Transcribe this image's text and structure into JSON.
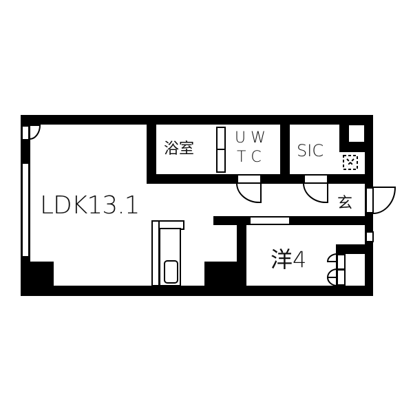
{
  "floor_plan": {
    "rooms": {
      "ldk": {
        "label": "LDK13.1"
      },
      "bath": {
        "label": "浴室"
      },
      "toilet": {
        "label_line1": "U W",
        "label_line2": "T C"
      },
      "closet": {
        "label": "SIC"
      },
      "entrance": {
        "label": "玄"
      },
      "western_room": {
        "label": "洋4"
      }
    },
    "colors": {
      "wall": "#000000",
      "background": "#ffffff"
    }
  }
}
